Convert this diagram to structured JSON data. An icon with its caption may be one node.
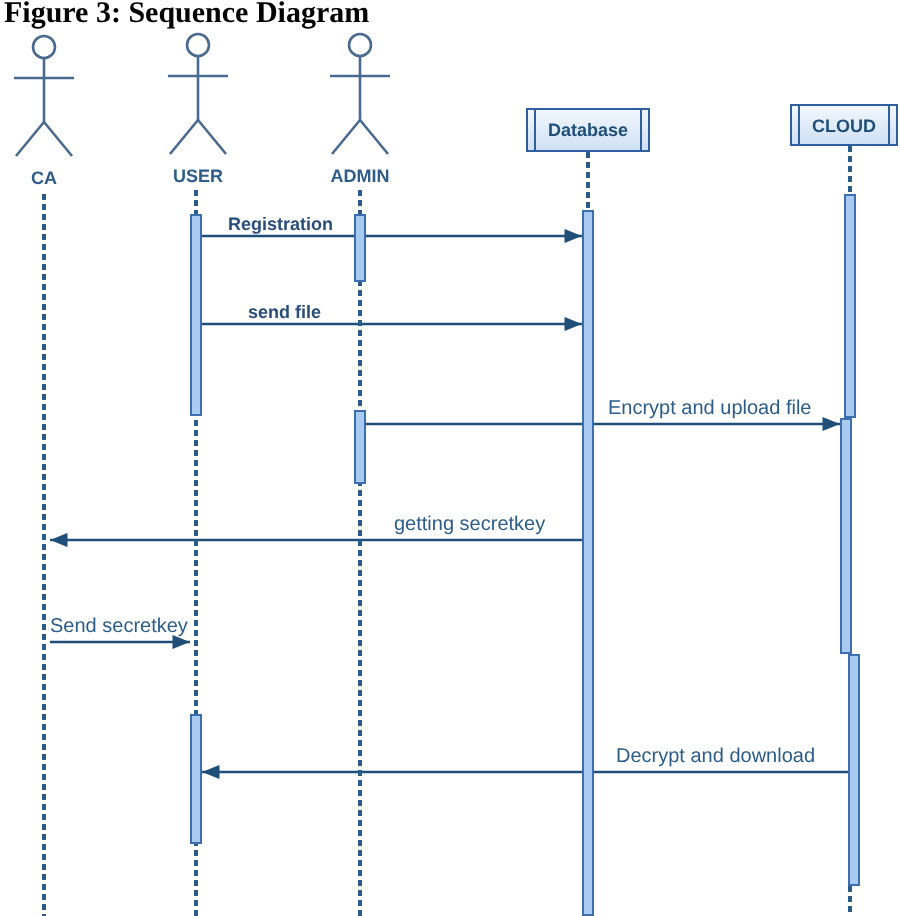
{
  "diagram": {
    "title": "Figure 3: Sequence Diagram",
    "nodes": [
      {
        "text": [
          "CA"
        ]
      },
      {
        "text": [
          "USER"
        ]
      },
      {
        "text": [
          "ADMIN"
        ]
      },
      {
        "text": [
          "Database"
        ]
      },
      {
        "text": [
          "CLOUD"
        ]
      },
      {
        "text": [],
        "shape": "line"
      },
      {
        "text": [],
        "shape": "line"
      },
      {
        "text": [],
        "shape": "line"
      },
      {
        "text": [],
        "shape": "line"
      },
      {
        "text": [],
        "shape": "line"
      },
      {
        "text": [],
        "shape": "bar",
        "in": 9
      },
      {
        "text": [],
        "shape": "bar",
        "in": 8
      },
      {
        "text": [],
        "shape": "bar",
        "in": 6
      },
      {
        "text": [],
        "shape": "bar",
        "in": 7
      },
      {
        "text": [],
        "shape": "bar",
        "in": 7
      },
      {
        "text": [],
        "shape": "bar",
        "in": 9
      },
      {
        "text": [],
        "shape": "bar",
        "in": 9
      },
      {
        "text": [],
        "shape": "bar",
        "in": 6
      }
    ],
    "edges": [
      {
        "from": 12,
        "to": 11,
        "arrow": "to",
        "label": "Registration"
      },
      {
        "from": 12,
        "to": 11,
        "arrow": "to",
        "label": "send file"
      },
      {
        "from": 14,
        "to": 15,
        "arrow": "to",
        "label": "Encrypt and upload file"
      },
      {
        "from": 11,
        "to": 5,
        "arrow": "to",
        "label": "getting secretkey"
      },
      {
        "from": 5,
        "to": 6,
        "arrow": "to",
        "label": "Send secretkey"
      },
      {
        "from": 16,
        "to": 17,
        "arrow": "to",
        "label": "Decrypt and download"
      }
    ]
  }
}
